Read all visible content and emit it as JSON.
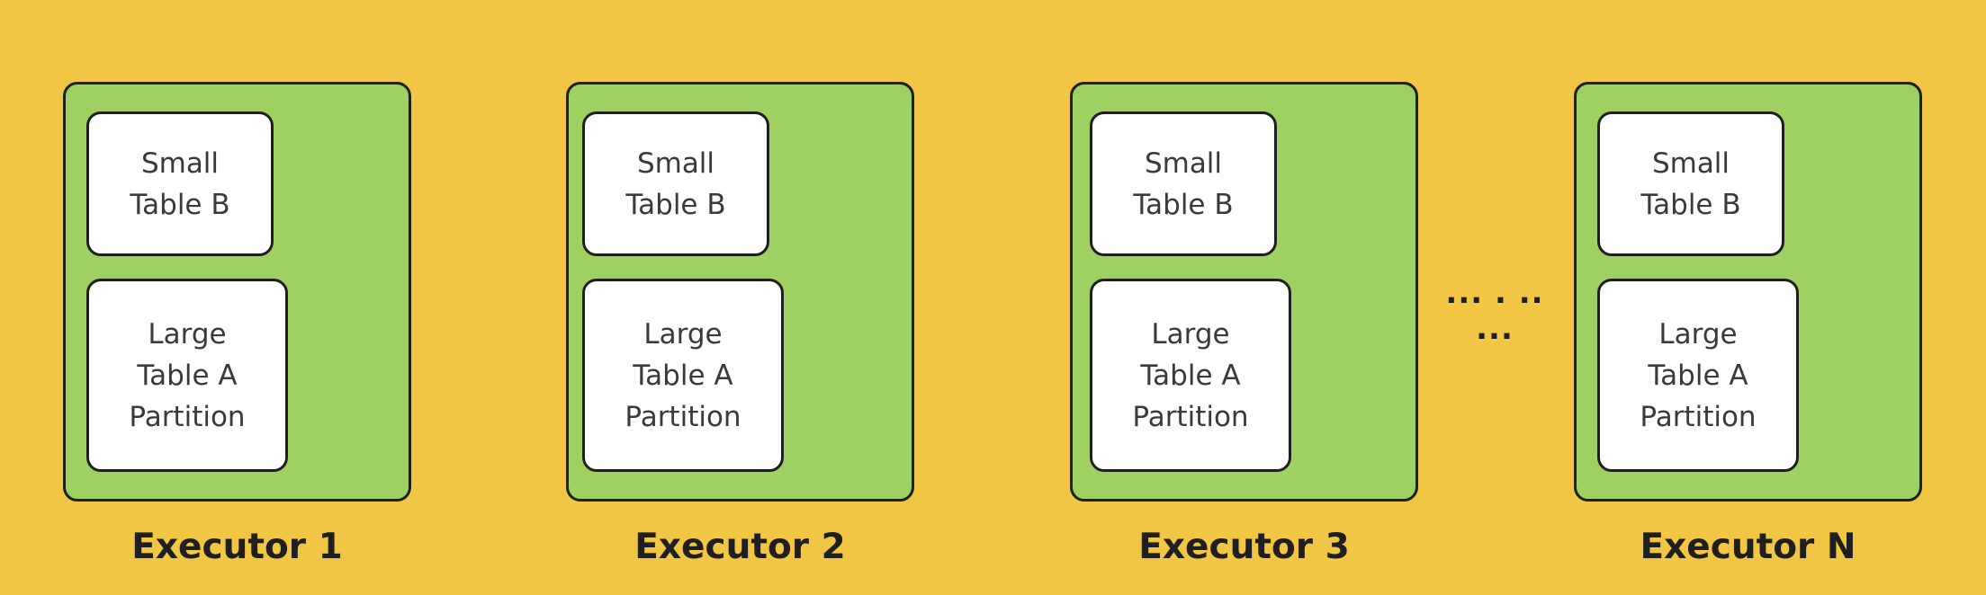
{
  "executors": [
    {
      "small_table": [
        "Small",
        "Table B"
      ],
      "large_table": [
        "Large",
        "Table A",
        "Partition"
      ],
      "label": "Executor 1"
    },
    {
      "small_table": [
        "Small",
        "Table B"
      ],
      "large_table": [
        "Large",
        "Table A",
        "Partition"
      ],
      "label": "Executor 2"
    },
    {
      "small_table": [
        "Small",
        "Table B"
      ],
      "large_table": [
        "Large",
        "Table A",
        "Partition"
      ],
      "label": "Executor 3"
    },
    {
      "small_table": [
        "Small",
        "Table B"
      ],
      "large_table": [
        "Large",
        "Table A",
        "Partition"
      ],
      "label": "Executor N"
    }
  ],
  "ellipsis": "... . .. ...",
  "colors": {
    "background": "#F1C644",
    "executor_fill": "#9FD062",
    "card_fill": "#FFFFFF",
    "outline": "#1F1F1F"
  }
}
